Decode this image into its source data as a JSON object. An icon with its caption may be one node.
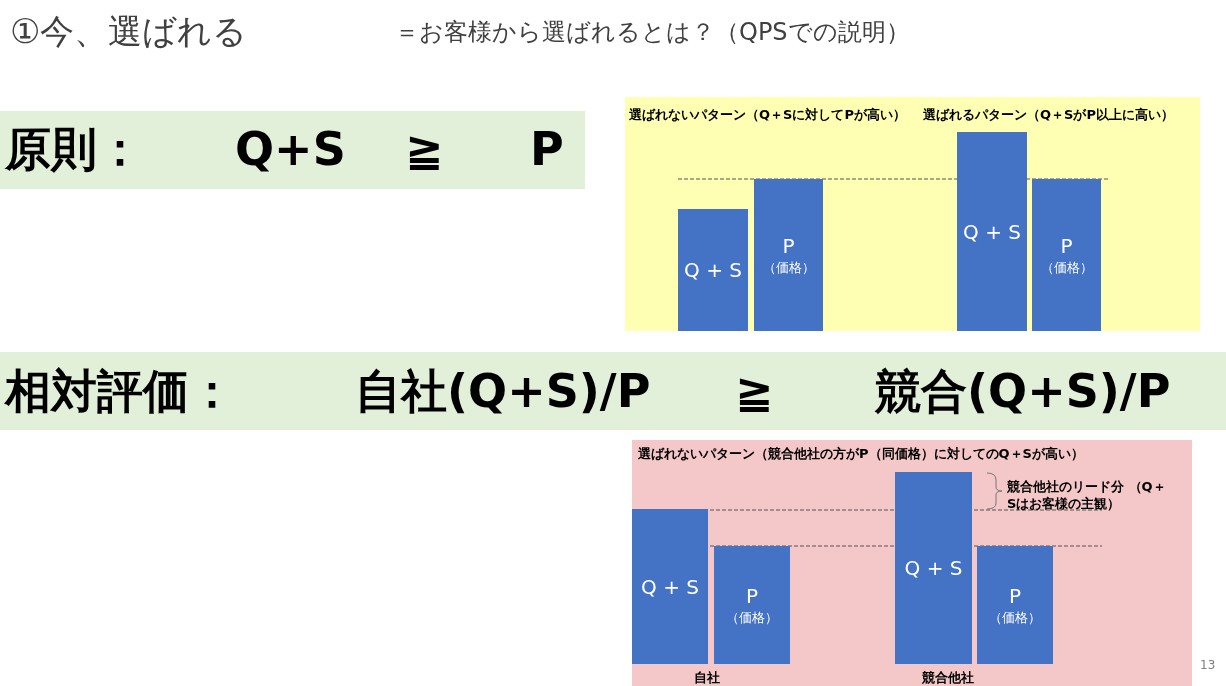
{
  "diagram": {
    "nodes": [
      {
        "text": [
          "選ばれないパターン（Q＋Sに対してPが高い）",
          "選ばれるパターン（Q＋SがP以上に高い）"
        ]
      },
      {
        "text": [
          "Q + S"
        ],
        "in": 0
      },
      {
        "text": [
          "P",
          "（価格）"
        ],
        "in": 0
      },
      {
        "text": [
          "Q + S"
        ],
        "in": 0
      },
      {
        "text": [
          "P",
          "（価格）"
        ],
        "in": 0
      },
      {
        "text": [
          "選ばれないパターン（競合他社の方がP（同価格）に対してのQ＋Sが高い）"
        ]
      },
      {
        "text": [
          "Q + S"
        ],
        "in": 5
      },
      {
        "text": [
          "P",
          "（価格）"
        ],
        "in": 5
      },
      {
        "text": [
          "Q + S"
        ],
        "in": 5
      },
      {
        "text": [
          "P",
          "（価格）"
        ],
        "in": 5
      }
    ],
    "edges": [],
    "labels": [
      "①今、選ばれる",
      "＝お客様から選ばれるとは？（QPSでの説明）",
      "原則：",
      "Q+S",
      "≧",
      "P",
      "相対評価：",
      "自社(Q+S)/P",
      "≧",
      "競合(Q+S)/P",
      "競合他社のリード分 （Q＋Sはお客様の主観）",
      "自社",
      "競合他社",
      "13"
    ]
  }
}
